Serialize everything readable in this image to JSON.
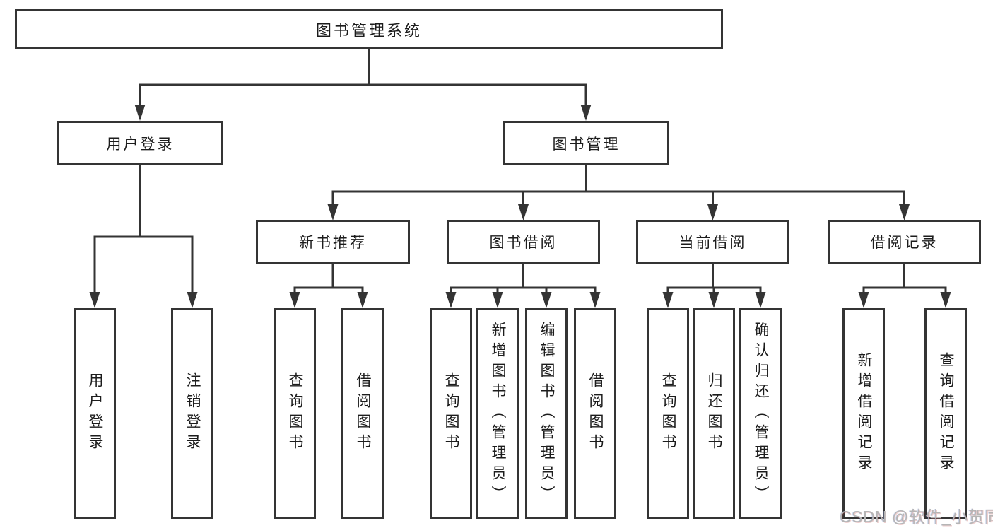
{
  "diagram": {
    "title": "图书管理系统",
    "branches": [
      {
        "label": "用户登录",
        "children": [
          "用户登录",
          "注销登录"
        ]
      },
      {
        "label": "图书管理",
        "sections": [
          {
            "label": "新书推荐",
            "children": [
              "查询图书",
              "借阅图书"
            ]
          },
          {
            "label": "图书借阅",
            "children": [
              "查询图书",
              "新增图书（管理员）",
              "编辑图书（管理员）",
              "借阅图书"
            ]
          },
          {
            "label": "当前借阅",
            "children": [
              "查询图书",
              "归还图书",
              "确认归还（管理员）"
            ]
          },
          {
            "label": "借阅记录",
            "children": [
              "新增借阅记录",
              "查询借阅记录"
            ]
          }
        ]
      }
    ]
  },
  "watermark": {
    "text": "CSDN @软件_小贺同学"
  }
}
